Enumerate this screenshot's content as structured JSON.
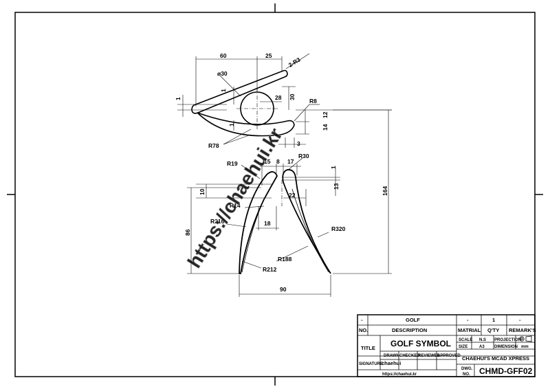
{
  "watermark": "https://chaehui.kr",
  "dimensions": {
    "d60": "60",
    "d25": "25",
    "r3": "2-R3",
    "phi30": "ø30",
    "d28": "28",
    "d30": "30",
    "d1_left": "1",
    "d1_inner": "1",
    "d1_lower": "1",
    "r8": "R8",
    "d12": "12",
    "d14": "14",
    "d3": "3",
    "r78": "R78",
    "r19": "R19",
    "d15": "15",
    "d8": "8",
    "d17": "17",
    "r30": "R30",
    "d1_right": "1",
    "d13": "13",
    "d10": "10",
    "d22": "22",
    "r14": "R14",
    "r216": "R216",
    "d18": "18",
    "d86": "86",
    "r320": "R320",
    "r188": "R188",
    "r212": "R212",
    "d90": "90",
    "d164": "164"
  },
  "title_block": {
    "row1": {
      "no": "-",
      "description": "GOLF",
      "material": "-",
      "qty": "1",
      "remarks": "-"
    },
    "headers": {
      "no": "NO.",
      "description": "DESCRIPTION",
      "material": "MATRIAL",
      "qty": "Q'TY",
      "remarks": "REMARK'S"
    },
    "title_label": "TITLE",
    "title_value": "GOLF SYMBOL",
    "scale_label": "SCALE",
    "scale_value": "N.S",
    "projection_label": "PROJECTION",
    "size_label": "SIZE",
    "size_value": "A3",
    "dimension_label": "DIMENSION",
    "dimension_value": "mm",
    "drawn": "DRAWN",
    "checked": "CHECKED",
    "reviewed": "REVIEWED",
    "approved": "APPROVED",
    "signature_label": "SIGNATURE",
    "signature_value": "chaehui",
    "company": "CHAEHUI'S MCAD XPRESS",
    "url": "https://chaehui.kr",
    "dwg_label_1": "DWG.",
    "dwg_label_2": "NO.",
    "dwg_no": "CHMD-GFF02"
  }
}
